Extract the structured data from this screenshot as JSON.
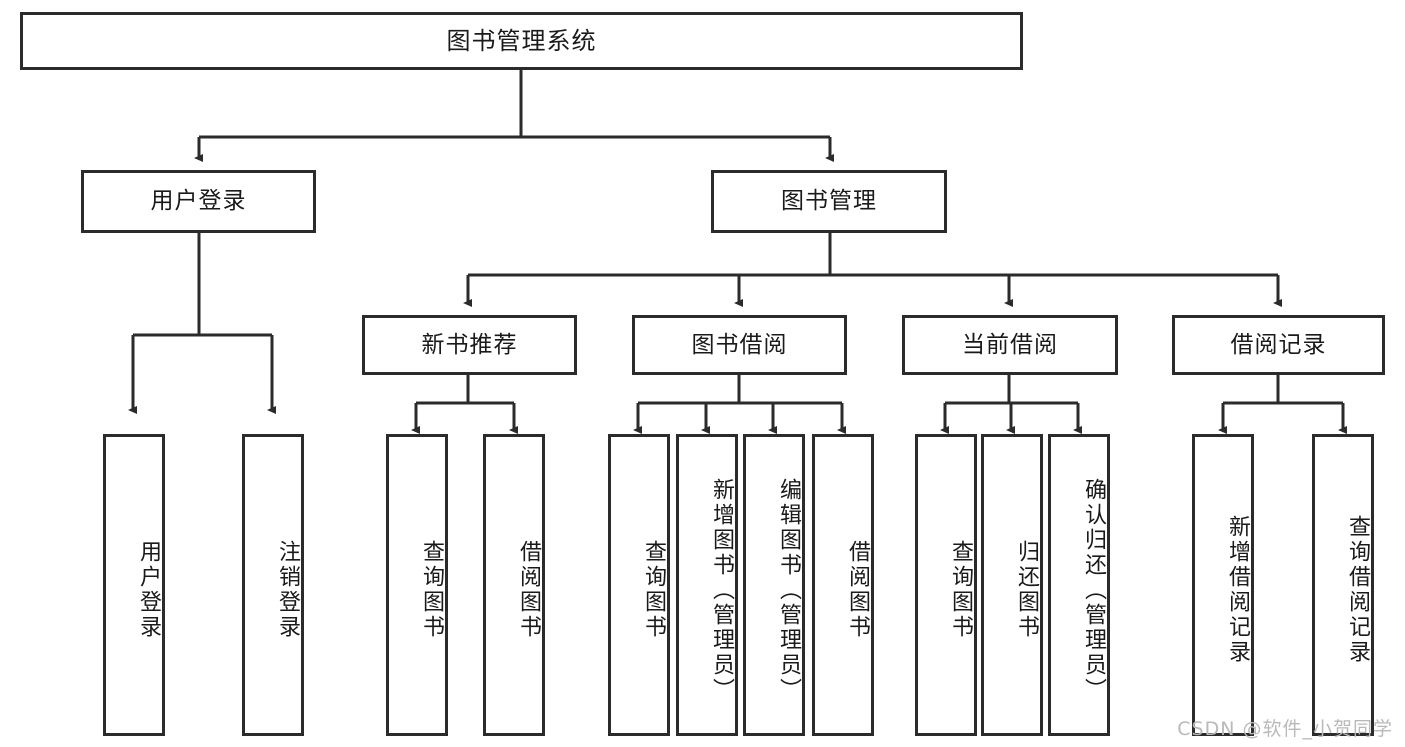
{
  "diagram": {
    "type": "tree",
    "title": "图书管理系统",
    "watermark": "CSDN @软件_小贺同学",
    "colors": {
      "stroke": "#2b2b2b",
      "fill": "#ffffff",
      "text": "#1a1a1a",
      "watermark": "#b9b9b9"
    },
    "levels": {
      "root": {
        "label": "图书管理系统"
      },
      "level2": [
        {
          "label": "用户登录"
        },
        {
          "label": "图书管理"
        }
      ],
      "level3": [
        {
          "label": "新书推荐"
        },
        {
          "label": "图书借阅"
        },
        {
          "label": "当前借阅"
        },
        {
          "label": "借阅记录"
        }
      ],
      "leaves": [
        {
          "label": "用户登录",
          "parent": "用户登录"
        },
        {
          "label": "注销登录",
          "parent": "用户登录"
        },
        {
          "label": "查询图书",
          "parent": "新书推荐"
        },
        {
          "label": "借阅图书",
          "parent": "新书推荐"
        },
        {
          "label": "查询图书",
          "parent": "图书借阅"
        },
        {
          "label": "新增图书（管理员）",
          "parent": "图书借阅"
        },
        {
          "label": "编辑图书（管理员）",
          "parent": "图书借阅"
        },
        {
          "label": "借阅图书",
          "parent": "图书借阅"
        },
        {
          "label": "查询图书",
          "parent": "当前借阅"
        },
        {
          "label": "归还图书",
          "parent": "当前借阅"
        },
        {
          "label": "确认归还（管理员）",
          "parent": "当前借阅"
        },
        {
          "label": "新增借阅记录",
          "parent": "借阅记录"
        },
        {
          "label": "查询借阅记录",
          "parent": "借阅记录"
        }
      ]
    }
  }
}
